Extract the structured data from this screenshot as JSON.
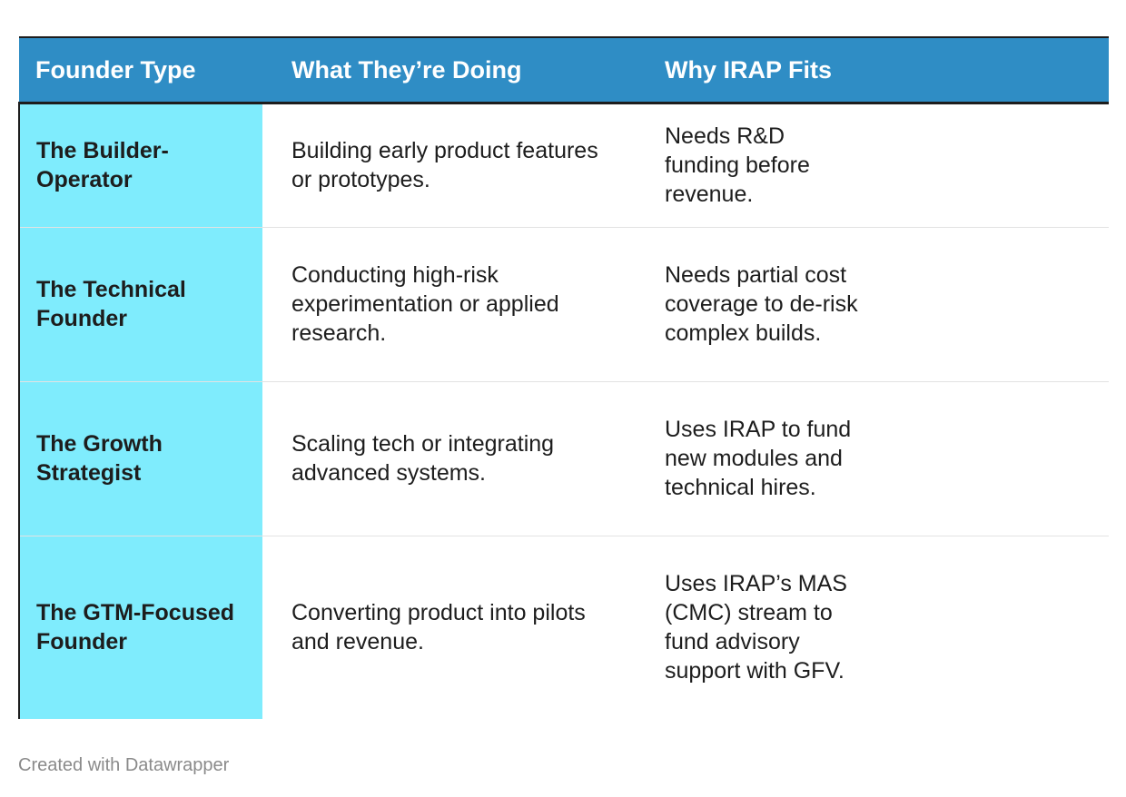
{
  "chart_data": {
    "type": "table",
    "columns": [
      "Founder Type",
      "What They’re Doing",
      "Why IRAP Fits"
    ],
    "rows": [
      [
        "The Builder-Operator",
        "Building early product features or prototypes.",
        "Needs R&D funding before revenue."
      ],
      [
        "The Technical Founder",
        "Conducting high-risk experimentation or applied research.",
        "Needs partial cost coverage to de-risk complex builds."
      ],
      [
        "The Growth Strategist",
        "Scaling tech or integrating advanced systems.",
        "Uses IRAP to fund new modules and technical hires."
      ],
      [
        "The GTM-Focused Founder",
        "Converting product into pilots and revenue.",
        "Uses IRAP’s MAS (CMC) stream to fund advisory support with GFV."
      ]
    ]
  },
  "footer": {
    "credit": "Created with Datawrapper"
  },
  "colors": {
    "header_bg": "#2f8dc5",
    "first_column_bg": "#7fecfd",
    "header_text": "#ffffff"
  }
}
